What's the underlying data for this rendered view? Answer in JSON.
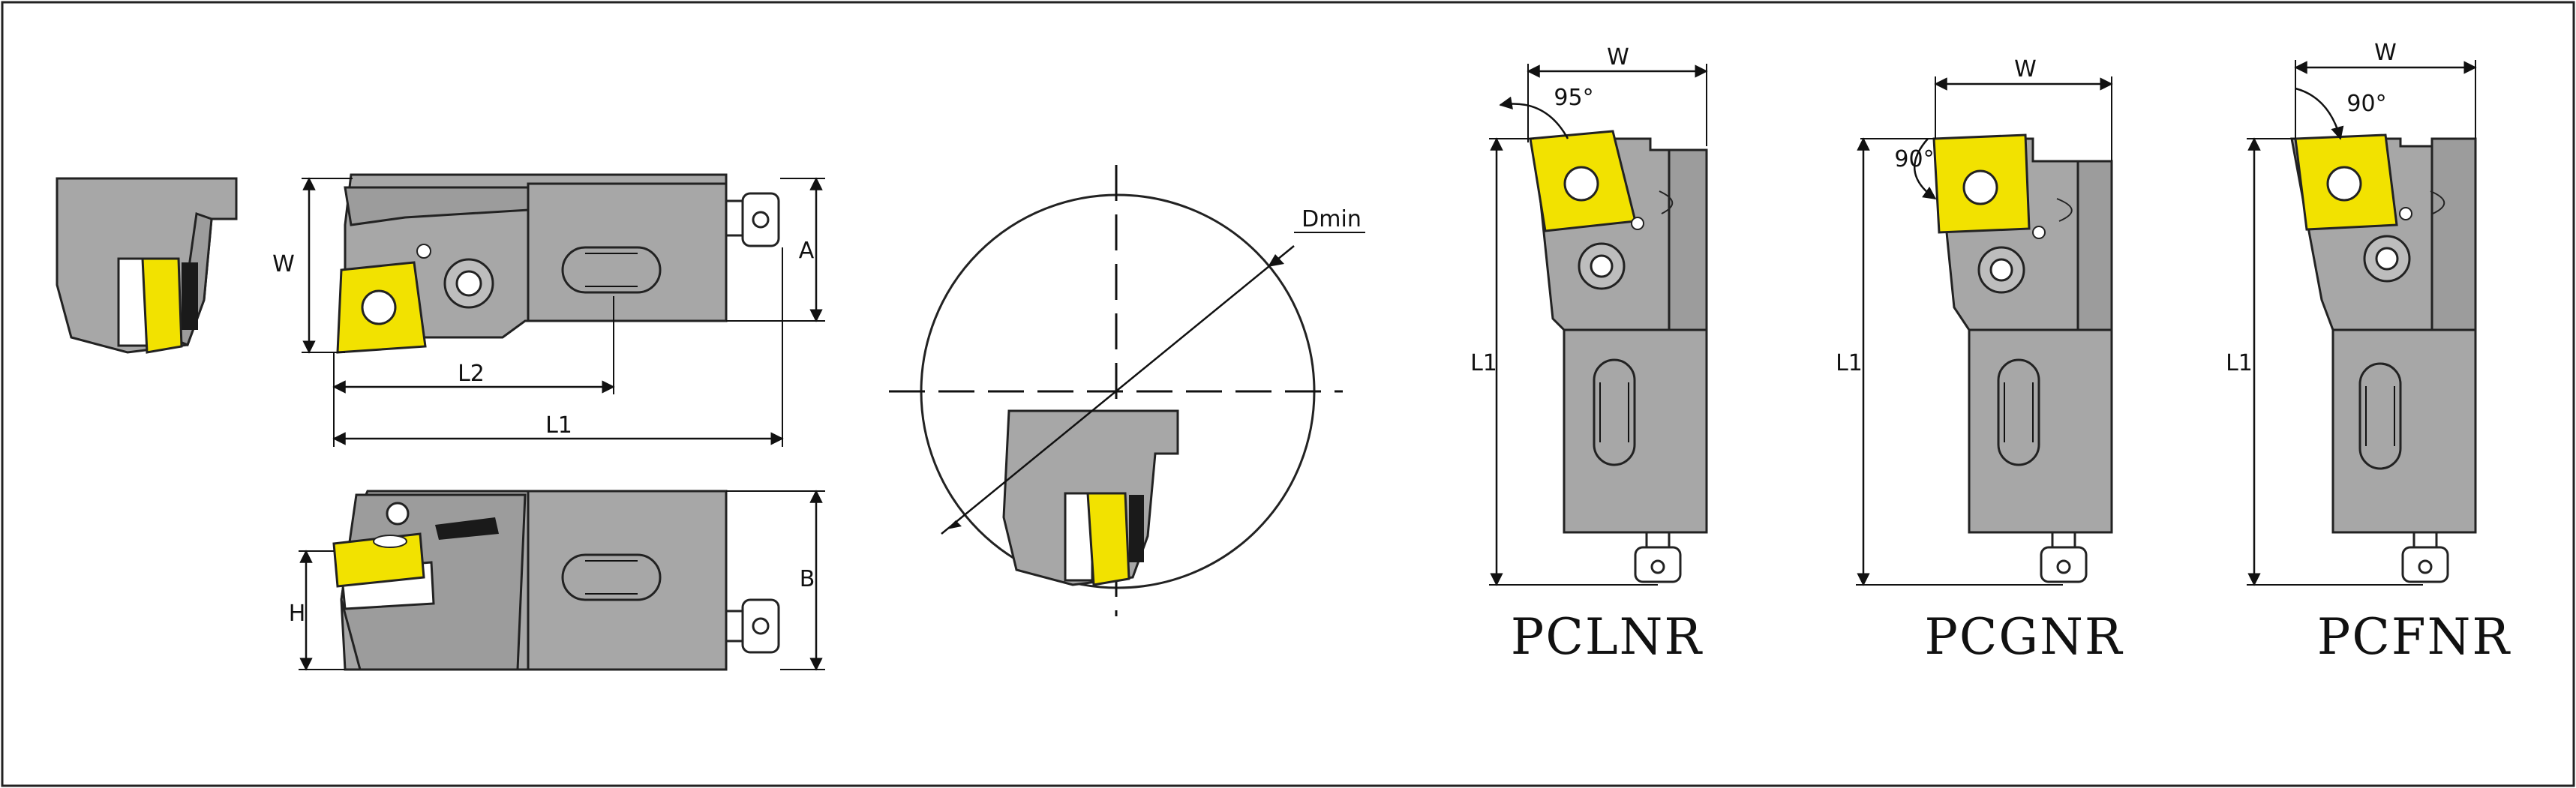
{
  "dimensions": {
    "w": "W",
    "h": "H",
    "a": "A",
    "b": "B",
    "l1": "L1",
    "l2": "L2",
    "dmin": "Dmin"
  },
  "angles": {
    "pclnr": "95°",
    "pcgnr": "90°",
    "pcfnr": "90°"
  },
  "models": {
    "pclnr": "PCLNR",
    "pcgnr": "PCGNR",
    "pcfnr": "PCFNR"
  },
  "colors": {
    "insert": "#f2e200",
    "body": "#a7a7a7",
    "frame": "#222222"
  }
}
